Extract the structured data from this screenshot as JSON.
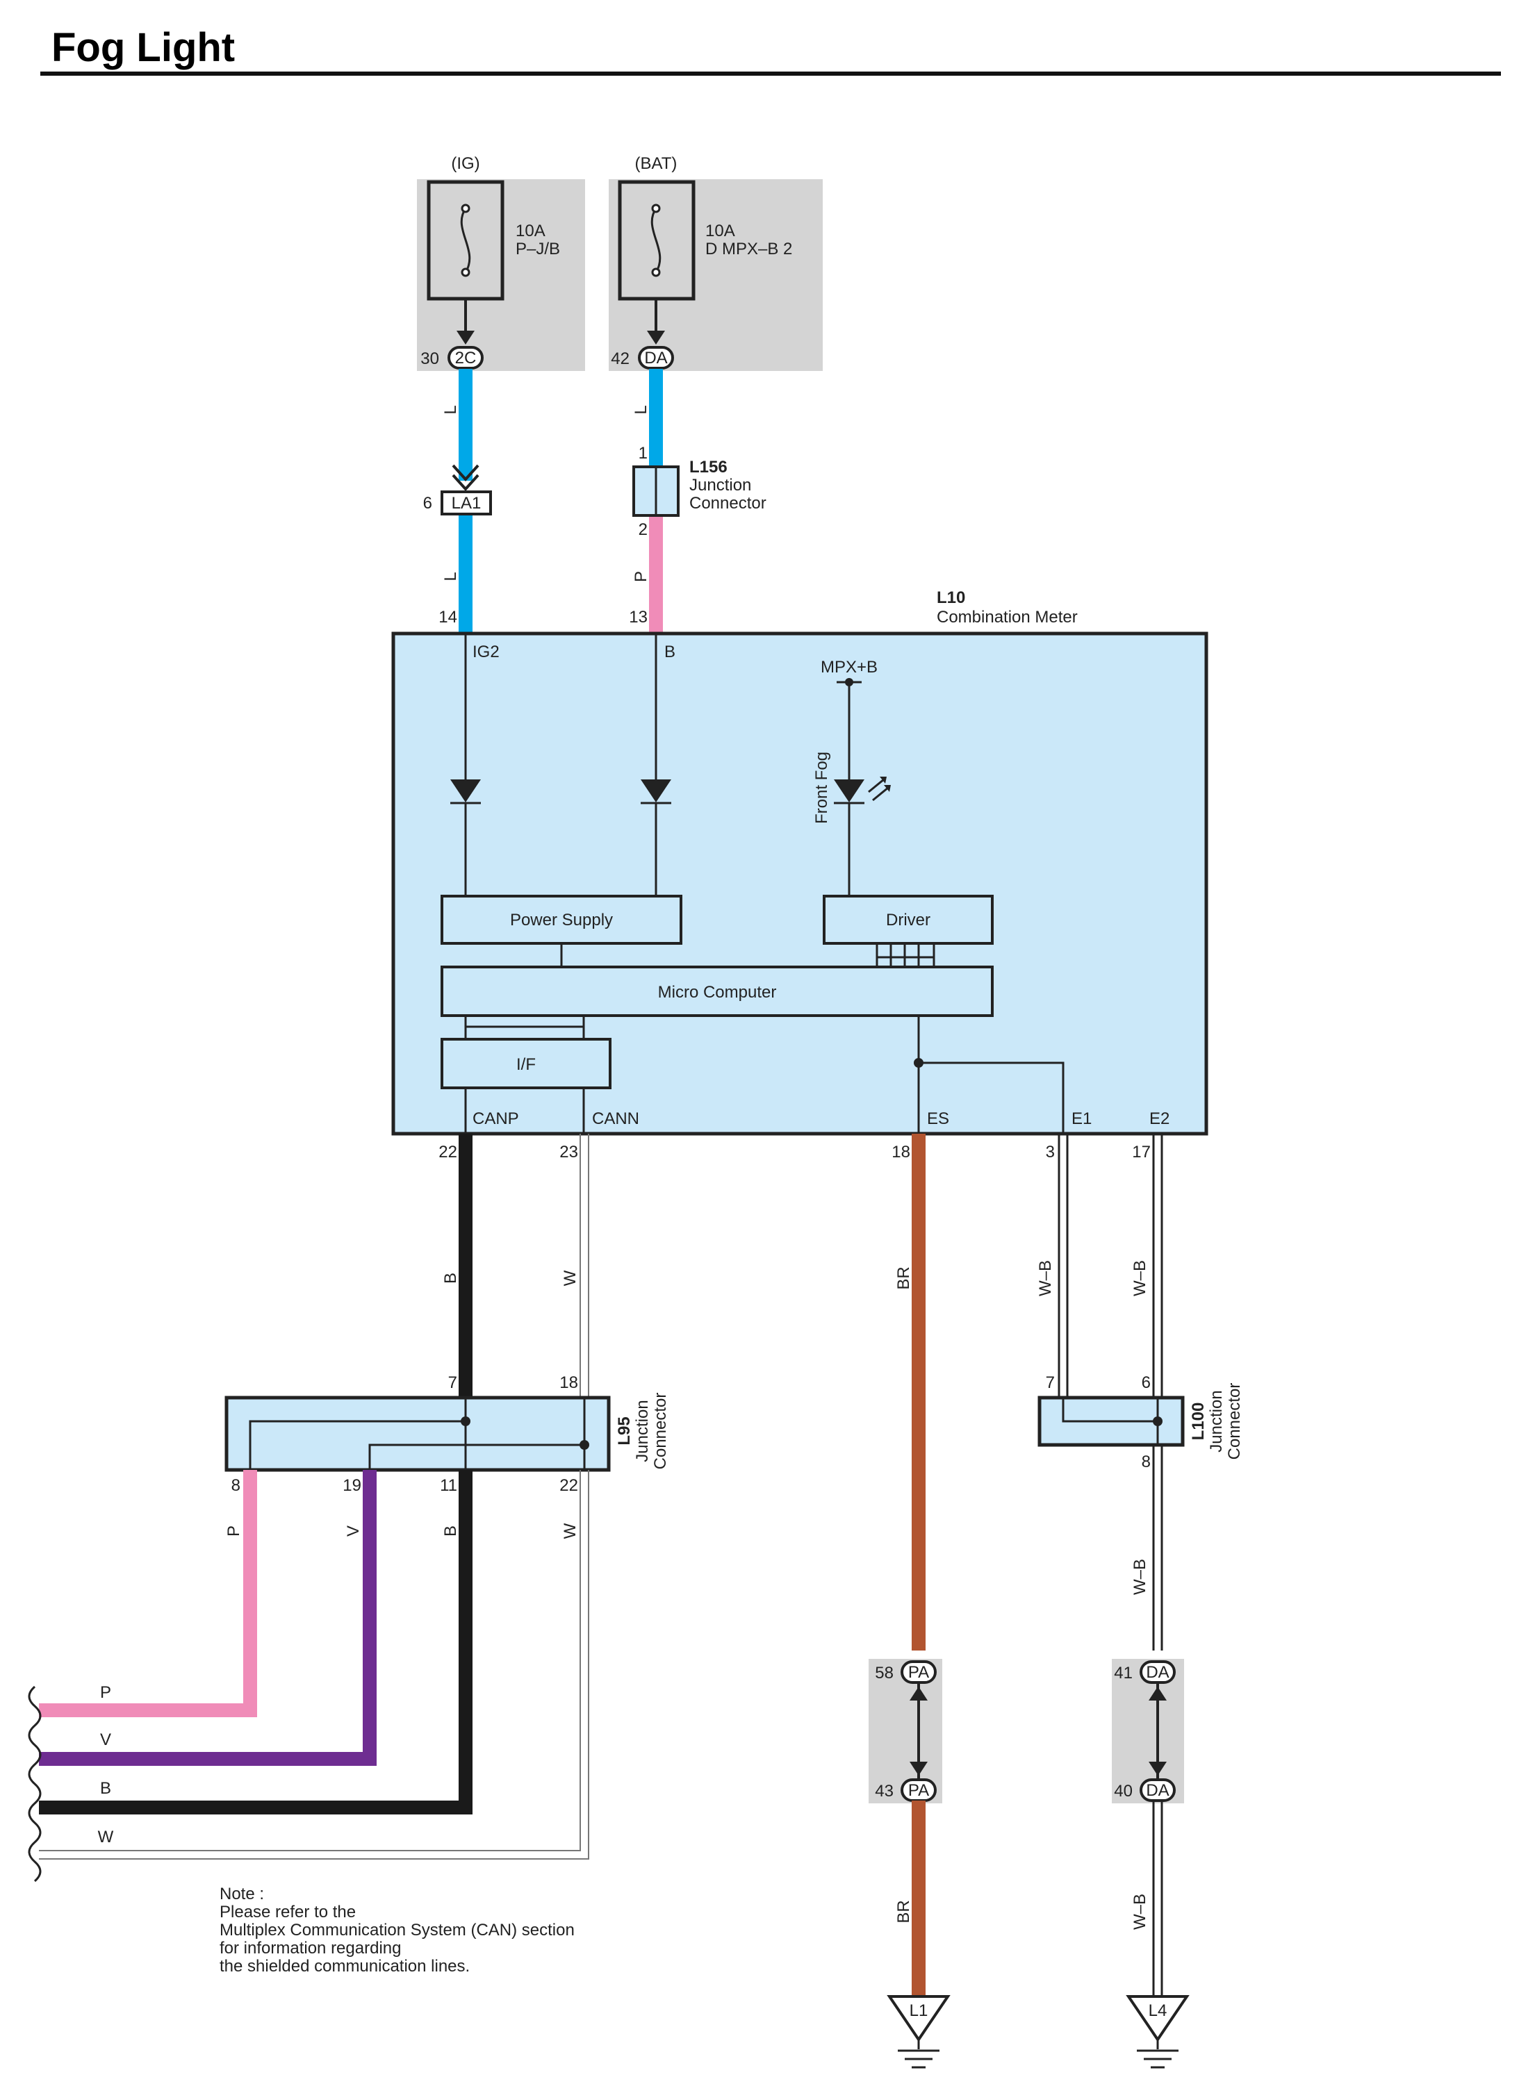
{
  "title": "Fog Light",
  "fuses": [
    {
      "source": "(IG)",
      "rating": "10A",
      "name": "P–J/B",
      "pin": "30",
      "connector": "2C"
    },
    {
      "source": "(BAT)",
      "rating": "10A",
      "name": "D MPX–B 2",
      "pin": "42",
      "connector": "DA"
    }
  ],
  "connectors": {
    "la1": {
      "pin": "6",
      "name": "LA1"
    },
    "l156": {
      "id": "L156",
      "line1": "Junction",
      "line2": "Connector",
      "pin_top": "1",
      "pin_bottom": "2"
    },
    "l95": {
      "id": "L95",
      "line1": "Junction",
      "line2": "Connector",
      "pins_top": [
        "7",
        "18"
      ],
      "pins_bottom": [
        "8",
        "19",
        "11",
        "22"
      ]
    },
    "l100": {
      "id": "L100",
      "line1": "Junction",
      "line2": "Connector",
      "pins_top": [
        "7",
        "6"
      ],
      "pin_bottom": "8"
    },
    "pa": {
      "pin_top": "58",
      "pin_bottom": "43",
      "name": "PA"
    },
    "da": {
      "pin_top": "41",
      "pin_bottom": "40",
      "name": "DA"
    }
  },
  "meter": {
    "id": "L10",
    "name": "Combination Meter",
    "pins_top": {
      "ig2_pin": "14",
      "b_pin": "13"
    },
    "labels": {
      "ig2": "IG2",
      "b": "B",
      "mpxb": "MPX+B",
      "front_fog": "Front Fog",
      "power_supply": "Power Supply",
      "driver": "Driver",
      "micro_computer": "Micro Computer",
      "if": "I/F",
      "canp": "CANP",
      "cann": "CANN",
      "es": "ES",
      "e1": "E1",
      "e2": "E2"
    },
    "pins_bottom": {
      "canp": "22",
      "cann": "23",
      "es": "18",
      "e1": "3",
      "e2": "17"
    }
  },
  "wire_colors": {
    "l_top1": "L",
    "l_top2": "L",
    "l_top3": "L",
    "p_l156": "P",
    "canp": "B",
    "cann": "W",
    "es": "BR",
    "e1": "W–B",
    "e2": "W–B",
    "l95_p": "P",
    "l95_v": "V",
    "l95_b": "B",
    "l95_w": "W",
    "l100_out": "W–B",
    "es_bottom": "BR",
    "da_bottom": "W–B"
  },
  "bus_labels": [
    "P",
    "V",
    "B",
    "W"
  ],
  "grounds": [
    "L1",
    "L4"
  ],
  "note": {
    "line1": "Note :",
    "line2": "Please refer to the",
    "line3": "Multiplex Communication System (CAN) section",
    "line4": "for information regarding",
    "line5": "the shielded communication lines."
  },
  "colors": {
    "blue": "#00a8e8",
    "pink": "#f08cb8",
    "brown": "#b25530",
    "purple": "#6e2d91",
    "black": "#1a1a1a",
    "fill": "#cbe8f9",
    "gray": "#d4d4d4"
  }
}
